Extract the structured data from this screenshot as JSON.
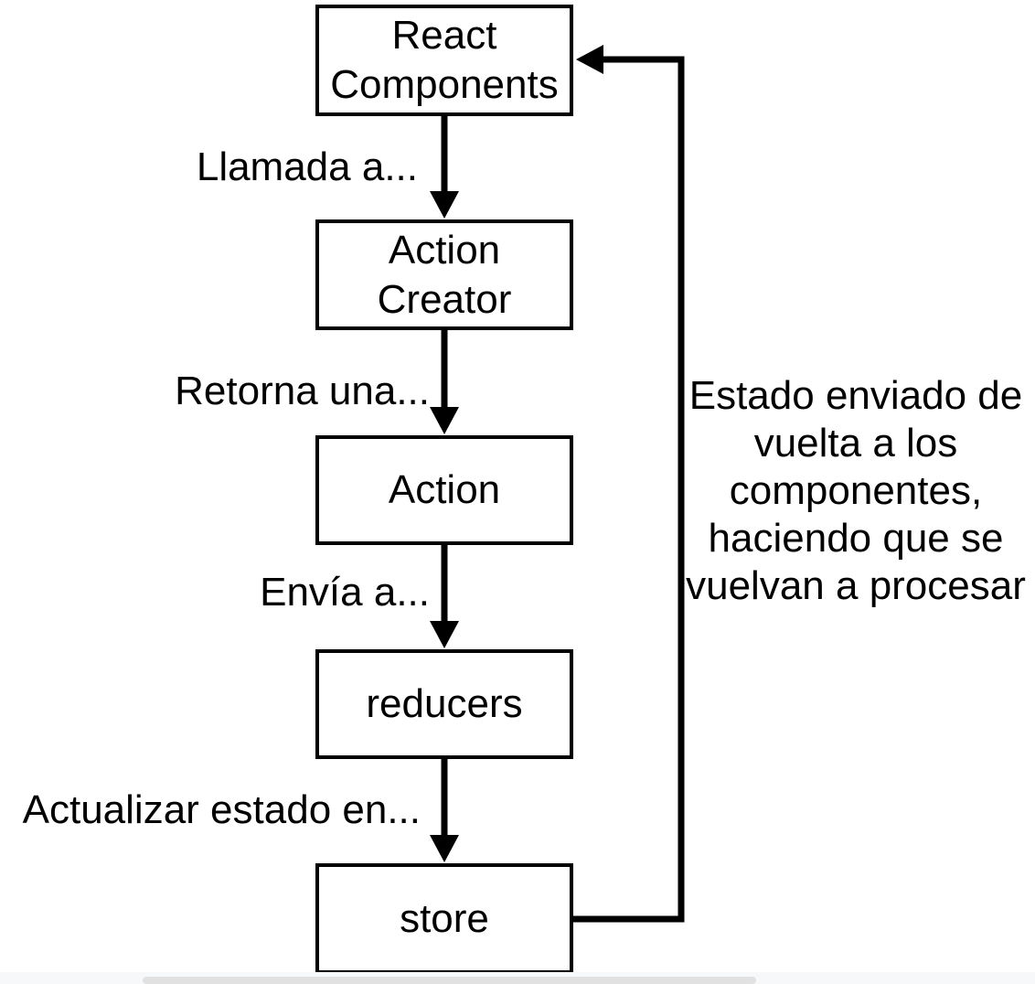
{
  "diagram": {
    "title_semantic": "redux-data-flow",
    "background_color": "#ffffff",
    "stroke_color": "#000000",
    "node_fill_color": "#ffffff",
    "nodes": [
      {
        "id": "react-components",
        "lines": [
          "React",
          "Components"
        ]
      },
      {
        "id": "action-creator",
        "lines": [
          "Action",
          "Creator"
        ]
      },
      {
        "id": "action",
        "lines": [
          "Action"
        ]
      },
      {
        "id": "reducers",
        "lines": [
          "reducers"
        ]
      },
      {
        "id": "store",
        "lines": [
          "store"
        ]
      }
    ],
    "edge_labels": [
      "Llamada a...",
      "Retorna una...",
      "Envía a...",
      "Actualizar estado en..."
    ],
    "feedback_note_lines": [
      "Estado enviado de",
      "vuelta a los",
      "componentes,",
      "haciendo que se",
      "vuelvan a procesar"
    ]
  },
  "scrollbar": {
    "track_color": "#f7f8fa",
    "thumb_color": "#e1e1e1"
  }
}
